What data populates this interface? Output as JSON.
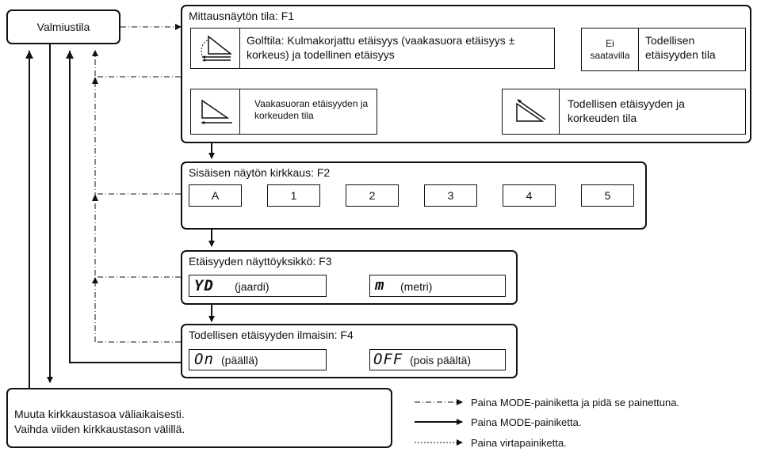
{
  "standby": {
    "label": "Valmiustila"
  },
  "f1": {
    "title": "Mittausnäytön tila: F1",
    "golf_mode": "Golftila: Kulmakorjattu etäisyys (vaakasuora etäisyys ± korkeus) ja todellinen etäisyys",
    "not_available": "Ei saatavilla",
    "true_distance_mode": "Todellisen etäisyyden tila",
    "true_distance_height_mode": "Todellisen etäisyyden ja korkeuden tila",
    "horizontal_height_mode": "Vaakasuoran etäisyyden ja korkeuden tila"
  },
  "f2": {
    "title": "Sisäisen näytön kirkkaus: F2",
    "levels": [
      "A",
      "1",
      "2",
      "3",
      "4",
      "5"
    ]
  },
  "f3": {
    "title": "Etäisyyden näyttöyksikkö: F3",
    "yard_symbol": "YD",
    "yard_label": "(jaardi)",
    "meter_symbol": "m",
    "meter_label": "(metri)"
  },
  "f4": {
    "title": "Todellisen etäisyyden ilmaisin: F4",
    "on_symbol": "On",
    "on_label": "(päällä)",
    "off_symbol": "OFF",
    "off_label": "(pois päältä)"
  },
  "brightness_note": {
    "line1": "Muuta kirkkaustasoa väliaikaisesti.",
    "line2": "Vaihda viiden kirkkaustason välillä."
  },
  "legend": {
    "hold_mode": "Paina MODE-painiketta ja pidä se painettuna.",
    "press_mode": "Paina MODE-painiketta.",
    "press_power": "Paina virtapainiketta."
  }
}
